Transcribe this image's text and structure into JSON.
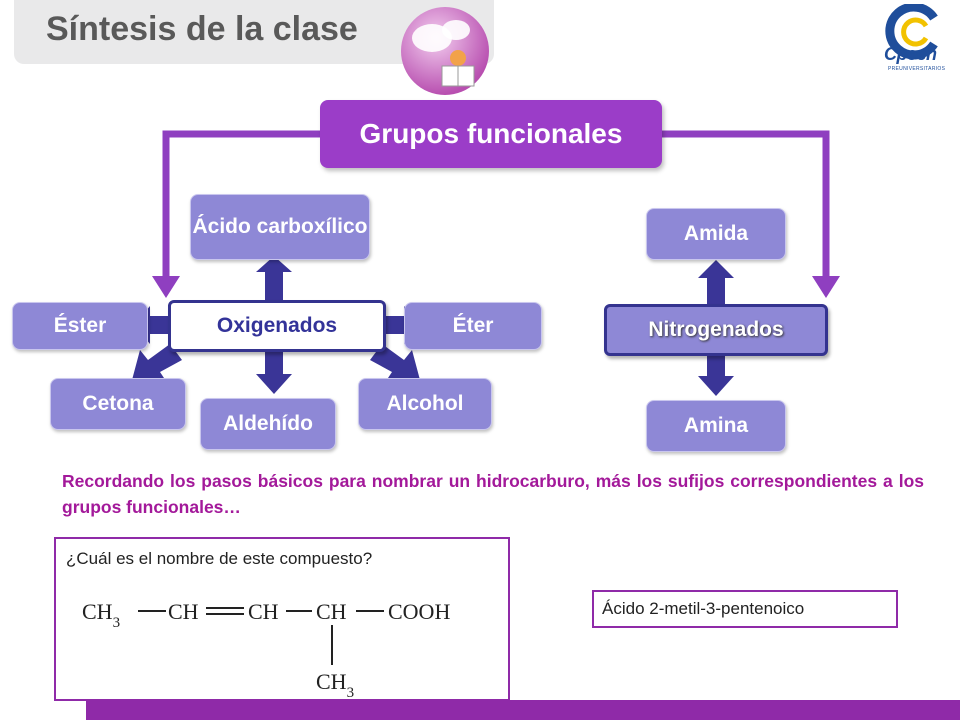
{
  "header": {
    "title": "Síntesis de la clase",
    "logo_text": "Cpech",
    "logo_subtext": "PREUNIVERSITARIOS"
  },
  "diagram": {
    "root": "Grupos funcionales",
    "oxigenados": {
      "label": "Oxigenados",
      "children": [
        "Ácido carboxílico",
        "Éster",
        "Éter",
        "Cetona",
        "Aldehído",
        "Alcohol"
      ]
    },
    "nitrogenados": {
      "label": "Nitrogenados",
      "children": [
        "Amida",
        "Amina"
      ]
    }
  },
  "paragraph": "Recordando los pasos básicos para nombrar un hidrocarburo, más los sufijos correspondientes a los grupos funcionales…",
  "question": {
    "text": "¿Cuál es el nombre de este compuesto?",
    "formula": {
      "main_chain": [
        "CH3",
        "CH",
        "CH",
        "CH",
        "COOH"
      ],
      "bonds": [
        "—",
        "═",
        "—",
        "—"
      ],
      "substituent": "CH3"
    }
  },
  "answer": "Ácido 2-metil-3-pentenoico",
  "colors": {
    "accent_purple": "#9b3dc8",
    "node_lavender": "#8e88d6",
    "arrow_navy": "#3a3597",
    "text_magenta": "#a3199a",
    "border_purple": "#8f2aa8"
  }
}
